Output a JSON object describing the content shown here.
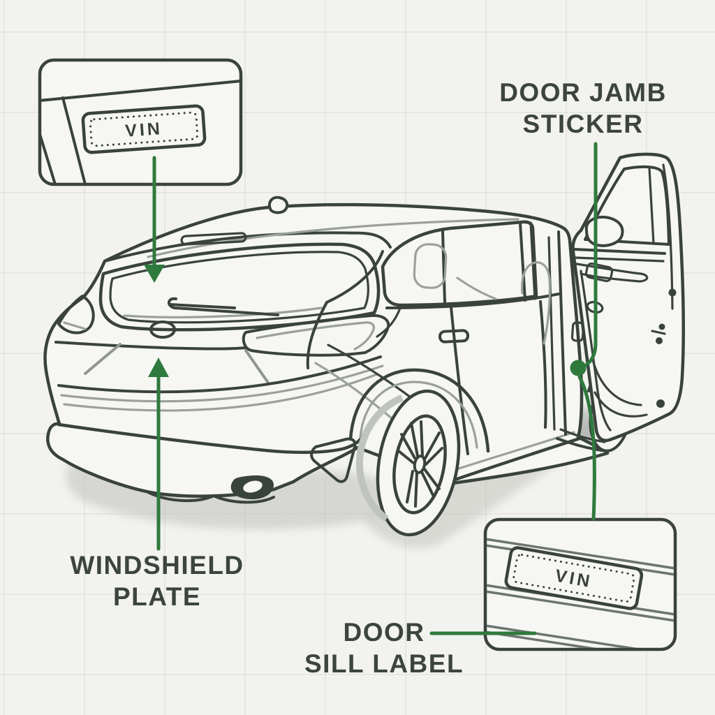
{
  "illustration": {
    "subject": "Hatchback car shown from rear three-quarter view with front door open, indicating VIN locations"
  },
  "colors": {
    "background": "#f2f2ef",
    "outline": "#3a423e",
    "outline_soft": "#9aa09c",
    "annotation_green": "#2e7a3d",
    "label_text": "#3c443f",
    "shadow": "#bfbfba"
  },
  "labels": {
    "door_jamb": {
      "line1": "DOOR JAMB",
      "line2": "STICKER"
    },
    "windshield": {
      "line1": "WINDSHIELD",
      "line2": "PLATE"
    },
    "door_sill": {
      "line1": "DOOR",
      "line2": "SILL LABEL"
    }
  },
  "insets": {
    "windshield_plate": {
      "vin_text": "VIN"
    },
    "door_sill_label": {
      "vin_text": "VIN"
    }
  }
}
